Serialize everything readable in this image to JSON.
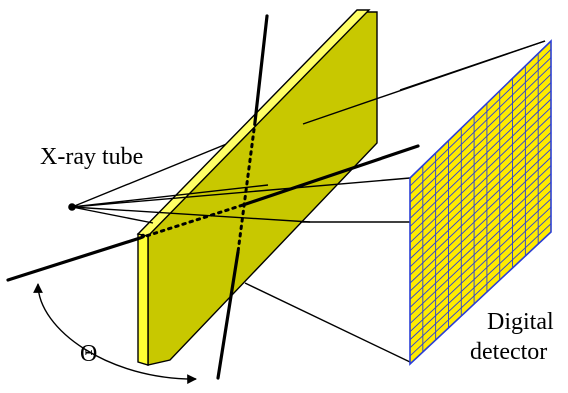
{
  "labels": {
    "source": "X-ray tube",
    "detector_line1": "Digital",
    "detector_line2": "detector",
    "angle": "Θ"
  },
  "colors": {
    "plate_front": "#c8c800",
    "plate_side": "#ffff33",
    "plate_top": "#ffff66",
    "detector_cell": "#ffeb00",
    "detector_grid": "#2b3fd6",
    "ink": "#000000"
  },
  "detector_grid": {
    "columns": 11,
    "rows": 23
  }
}
